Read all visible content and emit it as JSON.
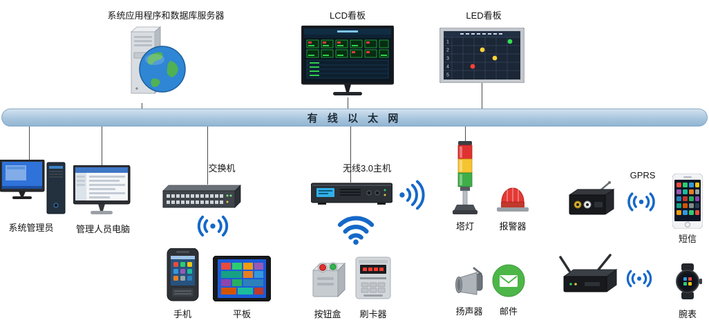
{
  "ethernet": {
    "label": "有 线 以 太 网",
    "bar_color": "#a9c6de"
  },
  "labels": {
    "server": "系统应用程序和数据库服务器",
    "lcd": "LCD看板",
    "led": "LED看板",
    "admin": "系统管理员",
    "manager_pc": "管理人员电脑",
    "switch": "交换机",
    "wireless_host": "无线3.0主机",
    "tower_light": "塔灯",
    "alarm": "报警器",
    "gprs": "GPRS",
    "sms": "短信",
    "phone": "手机",
    "tablet": "平板",
    "button_box": "按钮盒",
    "card_reader": "刷卡器",
    "speaker": "扬声器",
    "email": "邮件",
    "watch": "腕表"
  },
  "led": {
    "rows": [
      "1",
      "2",
      "3",
      "4",
      "5"
    ]
  },
  "colors": {
    "wifi_blue": "#1568c8",
    "ethernet_bar": "#a9c6de",
    "tower_red": "#e03131",
    "tower_yellow": "#f5c431",
    "tower_green": "#3fae49",
    "alarm_red": "#e53935",
    "email_green": "#4db648"
  }
}
